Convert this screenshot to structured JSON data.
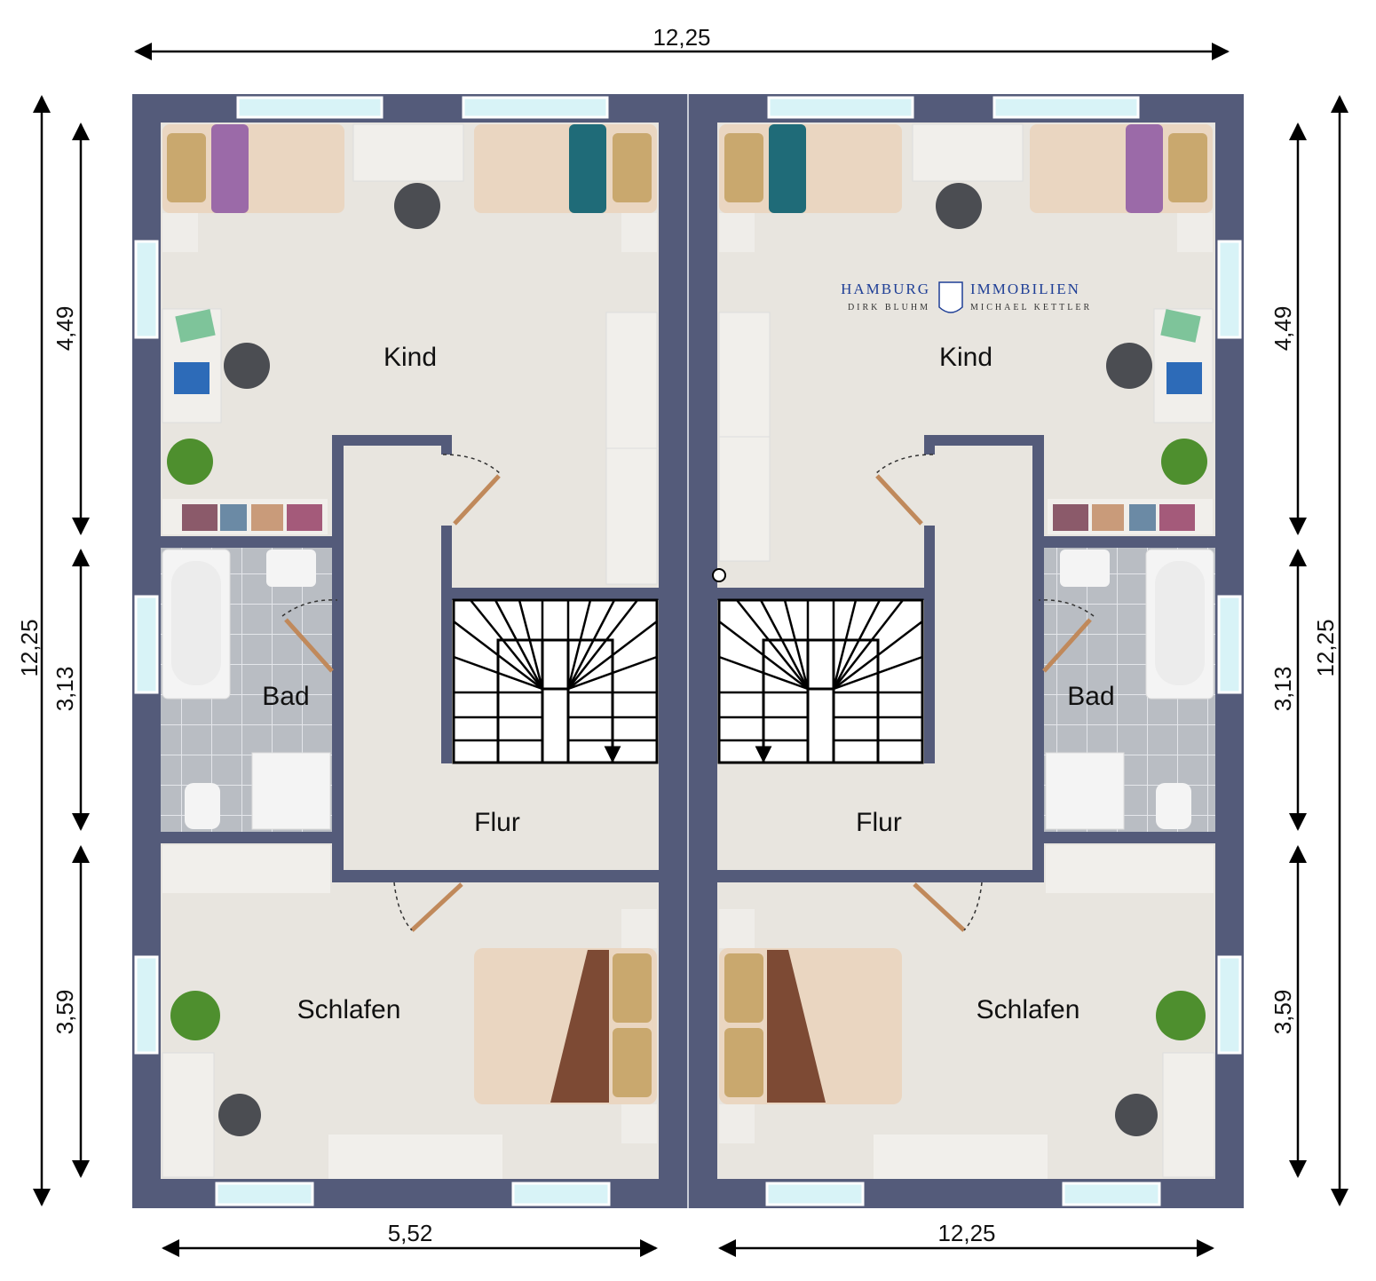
{
  "dimensions": {
    "top": "12,25",
    "bottom_left": "5,52",
    "bottom_right": "12,25",
    "left_outer": "12,25",
    "left_kind": "4,49",
    "left_bad": "3,13",
    "left_schlafen": "3,59",
    "right_outer": "12,25",
    "right_kind": "4,49",
    "right_bad": "3,13",
    "right_schlafen": "3,59"
  },
  "rooms": {
    "left_kind": "Kind",
    "left_bad": "Bad",
    "left_flur": "Flur",
    "left_schlafen": "Schlafen",
    "right_kind": "Kind",
    "right_bad": "Bad",
    "right_flur": "Flur",
    "right_schlafen": "Schlafen"
  },
  "logo": {
    "left_top": "HAMBURG",
    "left_bottom": "DIRK BLUHM",
    "right_top": "IMMOBILIEN",
    "right_bottom": "MICHAEL KETTLER"
  },
  "colors": {
    "wall": "#545b7a",
    "floor": "#e8e5df",
    "tile": "#b8bcc2",
    "window": "#d8f3f7",
    "door": "#c0895b"
  }
}
